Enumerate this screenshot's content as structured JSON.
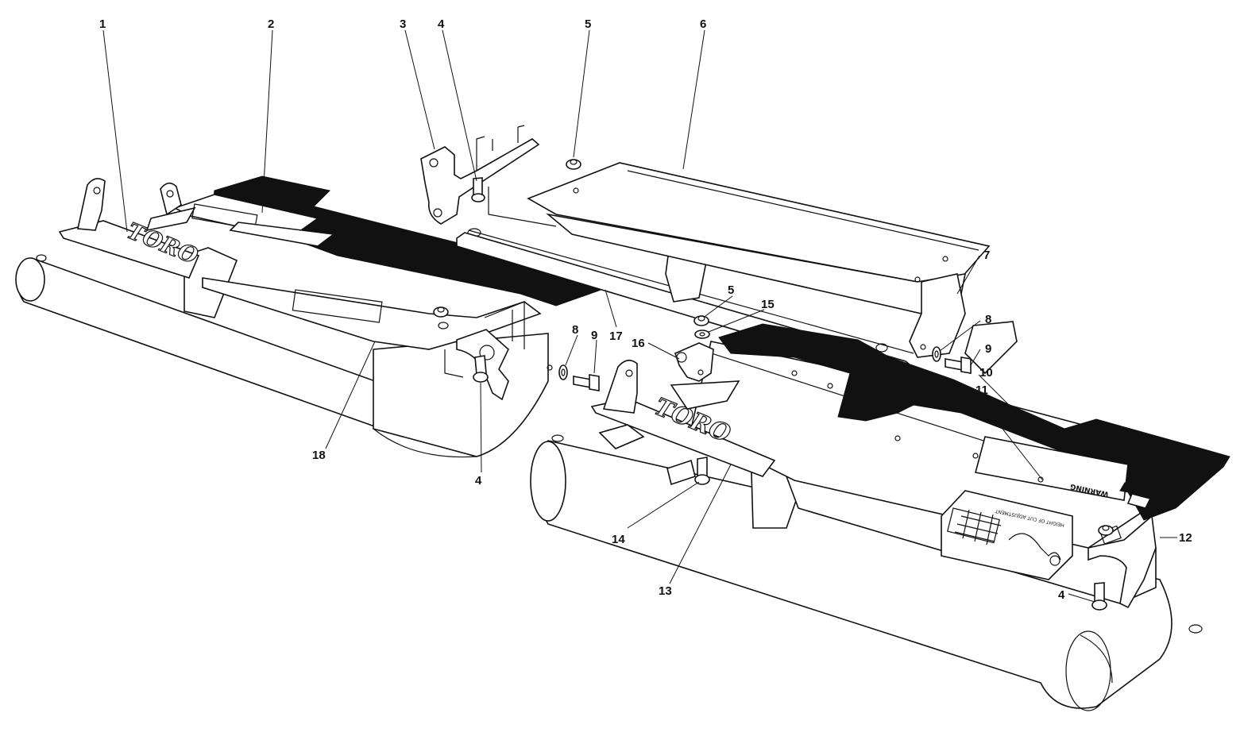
{
  "diagram": {
    "brand_text": "TORO",
    "warning_decal": "WARNING",
    "height_decal": "HEIGHT OF CUT ADJUSTMENT",
    "callouts": [
      {
        "id": "c1",
        "label": "1"
      },
      {
        "id": "c2",
        "label": "2"
      },
      {
        "id": "c3",
        "label": "3"
      },
      {
        "id": "c4a",
        "label": "4"
      },
      {
        "id": "c5a",
        "label": "5"
      },
      {
        "id": "c6",
        "label": "6"
      },
      {
        "id": "c7",
        "label": "7"
      },
      {
        "id": "c5b",
        "label": "5"
      },
      {
        "id": "c15",
        "label": "15"
      },
      {
        "id": "c8a",
        "label": "8"
      },
      {
        "id": "c9a",
        "label": "9"
      },
      {
        "id": "c16",
        "label": "16"
      },
      {
        "id": "c17",
        "label": "17"
      },
      {
        "id": "c8b",
        "label": "8"
      },
      {
        "id": "c9b",
        "label": "9"
      },
      {
        "id": "c10",
        "label": "10"
      },
      {
        "id": "c11",
        "label": "11"
      },
      {
        "id": "c18",
        "label": "18"
      },
      {
        "id": "c4b",
        "label": "4"
      },
      {
        "id": "c12",
        "label": "12"
      },
      {
        "id": "c14",
        "label": "14"
      },
      {
        "id": "c13",
        "label": "13"
      },
      {
        "id": "c4c",
        "label": "4"
      }
    ]
  }
}
